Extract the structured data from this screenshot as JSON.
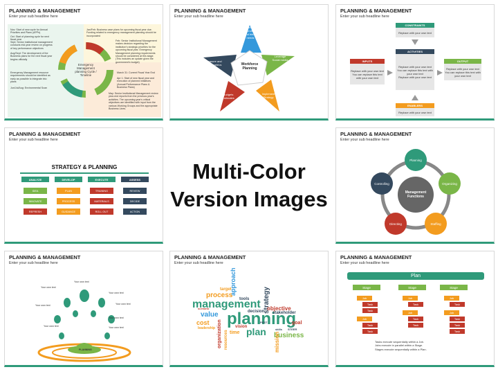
{
  "center": {
    "line1": "Multi-Color",
    "line2": "Version Images"
  },
  "slide_common": {
    "title": "PLANNING & MANAGEMENT",
    "subtitle": "Enter your sub headline here"
  },
  "slide1": {
    "center_label": "Emergency Management planning Cycle / Timeline",
    "left_notes": [
      "Nov: Start of new cycle for Annual Priorities and Plans (APPs)",
      "Oct: Start of planning cycle for next fiscal year",
      "Sept: Senior institutional management conducts mid-year review on progress of key performance objectives",
      "Aug/Sept: The development of the Business plans for the next fiscal year begins officially",
      "Emergency Management resource requirements should be identified as early as possible to integrate into plans",
      "Jun/Jul/Aug: Environmental Scan"
    ],
    "right_notes": [
      "Jan/Feb: Business case plans for upcoming fiscal year due. Funding related to emergency management planning should be incorporated",
      "Feb: Senior Institutional Management makes decision regarding the institution's strategic priorities for the upcoming fiscal year. Emergency Management planning requirements should be considered at this stage. (This includes an update given the government's budget)",
      "March 31: Current Fiscal Year End",
      "Apr 1: Start of new fiscal year and execution of planned initiatives (Annual Performance Plans & Business Plans)",
      "May: Senior Institutional Management review year-end reports from the previous year's activities. The upcoming year's critical objectives are identified with input from the various Working Groups and the appropriate Business Lines."
    ]
  },
  "slide2": {
    "center": "Workforce Planning",
    "points": [
      "Identify recruiting and hiring needs",
      "Leverage Social media",
      "Implement Strategy",
      "Budgets Estimates",
      "Measure and track metrics"
    ]
  },
  "slide3": {
    "constraints": "CONSTRAINTS",
    "inputs": "INPUTS",
    "activities": "ACTIVITIES",
    "output": "OUTPUT",
    "enablers": "ENABLERS",
    "replace": "Replace with your own text",
    "replace_alt": "You can replace this text with your own text"
  },
  "slide4": {
    "heading": "STRATEGY & PLANNING",
    "columns": [
      {
        "head": "ANALYZE",
        "items": [
          "IDEA",
          "INNOVATE",
          "REFRESH"
        ]
      },
      {
        "head": "DEVELOP",
        "items": [
          "PLAN",
          "PROCESS",
          "GUIDANCE"
        ]
      },
      {
        "head": "EXECUTE",
        "items": [
          "TRAINING",
          "MATERIALS",
          "ROLL OUT"
        ]
      },
      {
        "head": "ASSESS",
        "items": [
          "REVIEW",
          "DECIDE",
          "ACTION"
        ]
      }
    ]
  },
  "slide5": {
    "center": "Management Functions",
    "nodes": [
      "Planning",
      "Organizing",
      "Staffing",
      "Directing",
      "Controlling"
    ]
  },
  "slide6": {
    "label": "Your own text",
    "base": "PLANNING"
  },
  "slide7": {
    "words": [
      "management",
      "planning",
      "process",
      "approach",
      "strategy",
      "plan",
      "business",
      "value",
      "cost",
      "organization",
      "resources",
      "mission",
      "objective",
      "stakeholder",
      "decision",
      "goal",
      "vision",
      "time",
      "target",
      "tools",
      "leadership",
      "scenario",
      "skills",
      "PEST",
      "STEER"
    ]
  },
  "slide8": {
    "plan": "Plan",
    "stage": "Stage",
    "job": "Job",
    "task": "Task",
    "notes": [
      "Tasks execute sequentially within a Job.",
      "Jobs execute in parallel within a Stage.",
      "Stages execute sequentially within a Plan."
    ]
  },
  "colors": {
    "teal": "#2f9a7a",
    "green": "#7ab648",
    "orange": "#f39c1f",
    "red": "#c0392b",
    "navy": "#34495e",
    "blue": "#3498db"
  }
}
